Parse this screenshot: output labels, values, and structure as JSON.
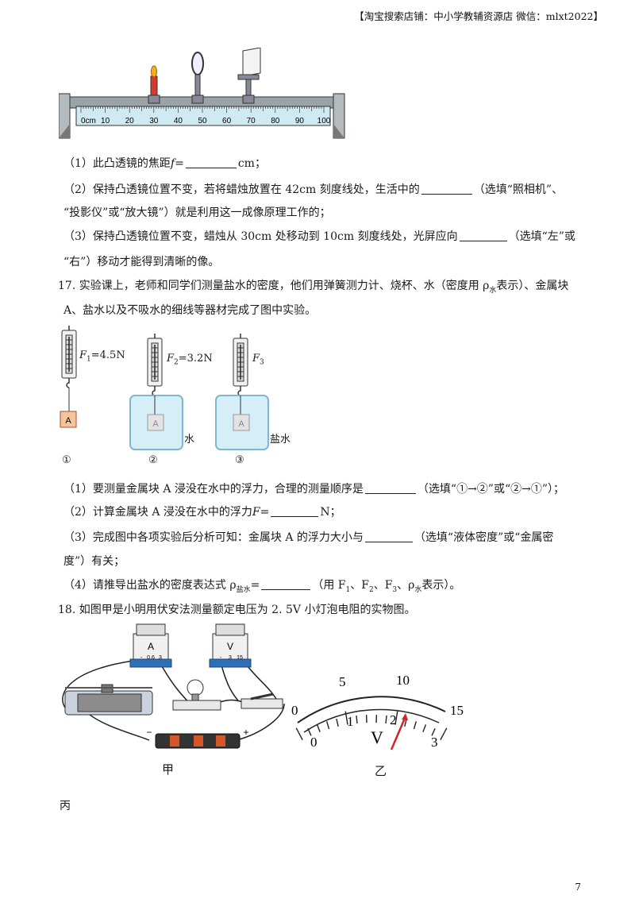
{
  "header": "【淘宝搜索店铺：中小学教辅资源店 微信：mlxt2022】",
  "bench": {
    "ticks": [
      "0cm",
      "10",
      "20",
      "30",
      "40",
      "50",
      "60",
      "70",
      "80",
      "90",
      "100"
    ]
  },
  "q16": {
    "p1_a": "（1）此凸透镜的焦距",
    "p1_f": "f",
    "p1_b": "=",
    "p1_c": "cm；",
    "p2_a": "（2）保持凸透镜位置不变，若将蜡烛放置在 42cm 刻度线处，生活中的",
    "p2_b": "（选填“照相机”、",
    "p2_c": "“投影仪”或“放大镜”）就是利用这一成像原理工作的；",
    "p3_a": "（3）保持凸透镜位置不变，蜡烛从 30cm 处移动到 10cm 刻度线处，光屏应向",
    "p3_b": "（选填“左”或",
    "p3_c": "“右”）移动才能得到清晰的像。"
  },
  "q17": {
    "line1": "17. 实验课上，老师和同学们测量盐水的密度，他们用弹簧测力计、烧杯、水（密度用 ρ",
    "line1_sub": "水",
    "line1_end": "表示）、金属块",
    "line2": "A、盐水以及不吸水的细线等器材完成了图中实验。",
    "fig": {
      "f1": "F",
      "f1_sub": "1",
      "f1_val": "=4.5N",
      "f2": "F",
      "f2_sub": "2",
      "f2_val": "=3.2N",
      "f3": "F",
      "f3_sub": "3",
      "block": "A",
      "water": "水",
      "brine": "盐水",
      "n1": "①",
      "n2": "②",
      "n3": "③"
    },
    "p1_a": "（1）要测量金属块 A 浸没在水中的浮力，合理的测量顺序是",
    "p1_b": "（选填“①→②”或“②→①”）；",
    "p2_a": "（2）计算金属块 A 浸没在水中的浮力",
    "p2_f": "F",
    "p2_b": "=",
    "p2_c": "N；",
    "p3_a": "（3）完成图中各项实验后分析可知：金属块 A 的浮力大小与",
    "p3_b": "（选填“液体密度”或“金属密",
    "p3_c": "度”）有关；",
    "p4_a": "（4）请推导出盐水的密度表达式 ρ",
    "p4_sub": "盐水",
    "p4_b": "=",
    "p4_c": "（用 F",
    "p4_s1": "1",
    "p4_d": "、F",
    "p4_s2": "2",
    "p4_e": "、F",
    "p4_s3": "3",
    "p4_f": "、ρ",
    "p4_s4": "水",
    "p4_g": "表示）。"
  },
  "q18": {
    "line1": "18. 如图甲是小明用伏安法测量额定电压为 2. 5V 小灯泡电阻的实物图。",
    "ammeter": "A",
    "ammeter_terms": [
      "-",
      "0.6",
      "3"
    ],
    "voltmeter": "V",
    "voltmeter_terms": [
      "-",
      "3",
      "15"
    ],
    "battery_minus": "−",
    "battery_plus": "+",
    "jia": "甲",
    "meter_upper": [
      "0",
      "5",
      "10",
      "15"
    ],
    "meter_lower": [
      "0",
      "1",
      "2",
      "3"
    ],
    "meter_unit": "V",
    "yi": "乙",
    "bing": "丙"
  },
  "page_number": "7"
}
